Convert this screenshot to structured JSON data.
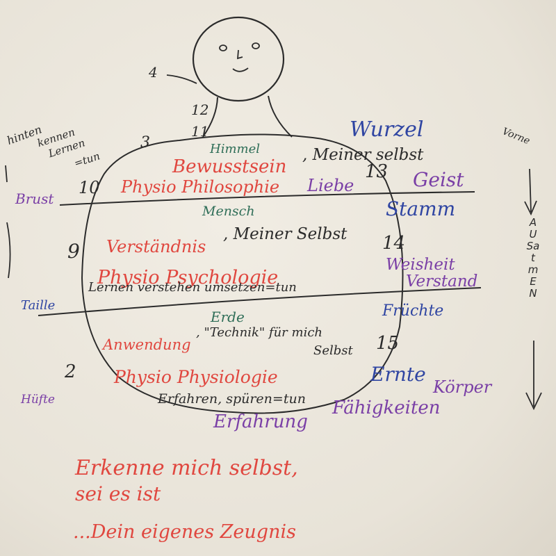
{
  "numbers": {
    "n4": "4",
    "n12": "12",
    "n11": "11",
    "n3": "3",
    "n10": "10",
    "n13": "13",
    "n9": "9",
    "n14": "14",
    "n2": "2",
    "n15": "15"
  },
  "left": {
    "hinten": "hinten",
    "kennen": "kennen",
    "lernen": "Lernen",
    "tun": "=tun",
    "brust": "Brust",
    "taille": "Taille",
    "huefte": "Hüfte"
  },
  "right": {
    "vorne": "Vorne",
    "ausatmen": "AUSatmEN",
    "wurzel": "Wurzel",
    "geist": "Geist",
    "stamm": "Stamm",
    "weisheit": "Weisheit",
    "verstand": "Verstand",
    "fruechte": "Früchte",
    "ernte": "Ernte",
    "koerper": "Körper",
    "faehigkeiten": "Fähigkeiten"
  },
  "top_section": {
    "himmel": "Himmel",
    "bewusstsein": "Bewusstsein",
    "meiner_selbst": ", Meiner selbst",
    "physio_philosophie": "Physio Philosophie",
    "liebe": "Liebe"
  },
  "middle_section": {
    "mensch": "Mensch",
    "verstaendnis": "Verständnis",
    "meiner_selbst": ", Meiner Selbst",
    "physio_psychologie": "Physio Psychologie",
    "lernen_line": "Lernen verstehen umsetzen=tun"
  },
  "bottom_section": {
    "erde": "Erde",
    "anwendung": "Anwendung",
    "technik": ", \"Technik\" für mich",
    "selbst": "Selbst",
    "physio_physiologie": "Physio Physiologie",
    "erfahren_line": "Erfahren, spüren=tun",
    "erfahrung": "Erfahrung"
  },
  "footer": {
    "line1": "Erkenne mich selbst,",
    "line2": "sei es ist",
    "line3": "...Dein eigenes Zeugnis"
  },
  "colors": {
    "red": "#e0473f",
    "black": "#2b2b2b",
    "green": "#2f6e58",
    "blue": "#2f45a2",
    "purple": "#7a3fa6",
    "paper": "#ebe6db"
  }
}
